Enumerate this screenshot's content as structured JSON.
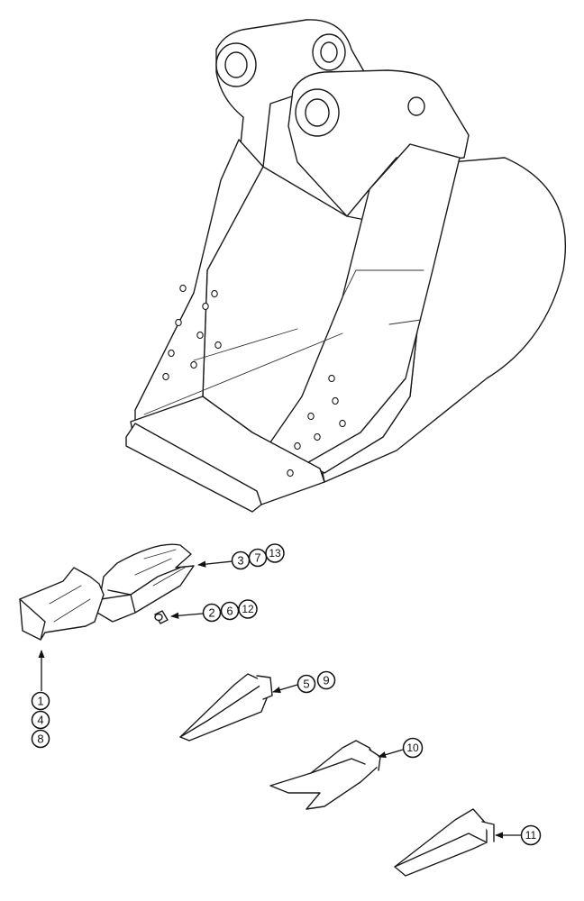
{
  "callouts": {
    "tooth_adapter_group": [
      "3",
      "7",
      "13"
    ],
    "pin_group": [
      "2",
      "6",
      "12"
    ],
    "standard_tooth_group": [
      "1",
      "4",
      "8"
    ],
    "rock_tooth_group": [
      "5",
      "9"
    ],
    "twin_tiger_tooth": [
      "10"
    ],
    "flat_tooth": [
      "11"
    ]
  }
}
